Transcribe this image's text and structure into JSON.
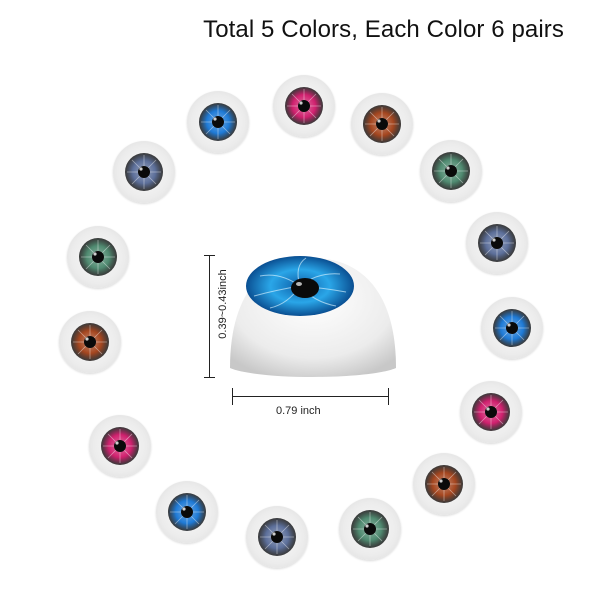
{
  "title": "Total 5 Colors, Each Color 6 pairs",
  "dimensions": {
    "height_label": "0.39~0.43inch",
    "width_label": "0.79 inch"
  },
  "colors": {
    "blue": "#1e7ad6",
    "pink": "#d0206e",
    "brown": "#a5461f",
    "green": "#4f8a70",
    "slate": "#5c6f9a",
    "sclera": "#f0f0f0"
  }
}
